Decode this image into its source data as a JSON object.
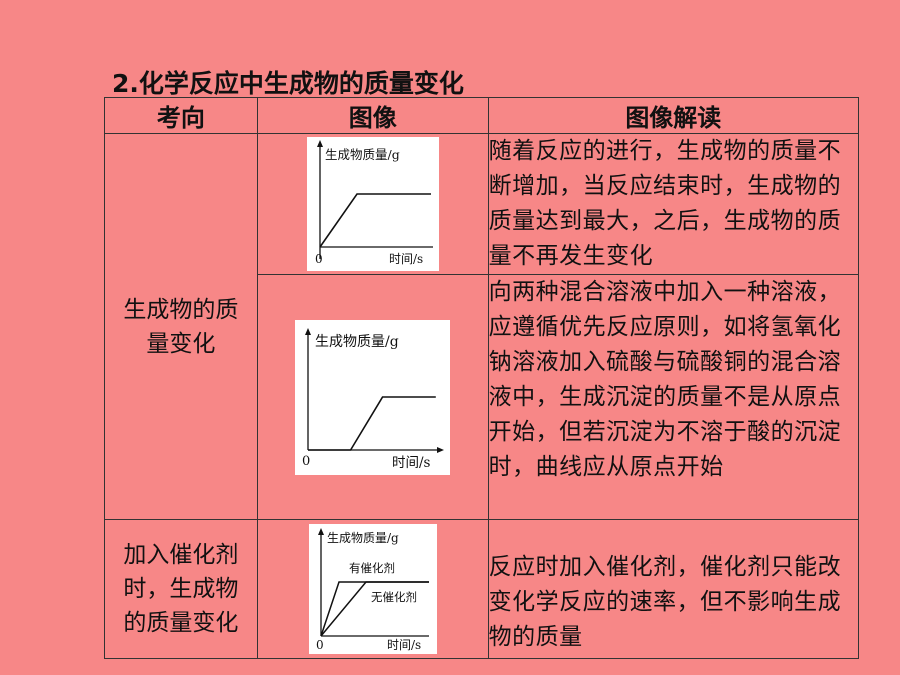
{
  "title": "2.化学反应中生成物的质量变化",
  "headers": [
    "考向",
    "图像",
    "图像解读"
  ],
  "rows": [
    {
      "direction": "生成物的质量变化",
      "direction_lines": [
        "生成物的质",
        "量变化"
      ],
      "items": [
        {
          "desc": "随着反应的进行，生成物的质量不断增加，当反应结束时，生成物的质量达到最大，之后，生成物的质量不再发生变化"
        },
        {
          "desc": "向两种混合溶液中加入一种溶液，应遵循优先反应原则，如将氢氧化钠溶液加入硫酸与硫酸铜的混合溶液中，生成沉淀的质量不是从原点开始，但若沉淀为不溶于酸的沉淀时，曲线应从原点开始"
        }
      ]
    },
    {
      "direction": "加入催化剂时，生成物的质量变化",
      "direction_lines": [
        "加入催化剂",
        "时，生成物",
        "的质量变化"
      ],
      "items": [
        {
          "desc": "反应时加入催化剂，催化剂只能改变化学反应的速率，但不影响生成物的质量"
        }
      ]
    }
  ],
  "charts": {
    "ylabel": "生成物质量/g",
    "xlabel": "时间/s",
    "origin": "0",
    "catalyst_label": "有催化剂",
    "no_catalyst_label": "无催化剂"
  },
  "chart_data": [
    {
      "type": "line",
      "ylabel": "生成物质量/g",
      "xlabel": "时间/s",
      "series": [
        {
          "x": [
            0,
            2,
            6
          ],
          "y": [
            0,
            1,
            1
          ]
        }
      ]
    },
    {
      "type": "line",
      "ylabel": "生成物质量/g",
      "xlabel": "时间/s",
      "series": [
        {
          "x": [
            0,
            2,
            3.5,
            6
          ],
          "y": [
            0,
            0,
            1,
            1
          ]
        }
      ]
    },
    {
      "type": "line",
      "ylabel": "生成物质量/g",
      "xlabel": "时间/s",
      "series": [
        {
          "name": "有催化剂",
          "x": [
            0,
            1,
            6
          ],
          "y": [
            0,
            1,
            1
          ]
        },
        {
          "name": "无催化剂",
          "x": [
            0,
            2.5,
            6
          ],
          "y": [
            0,
            1,
            1
          ]
        }
      ]
    }
  ],
  "colors": {
    "background": "#f78787",
    "border": "#333333",
    "chart_bg": "#ffffff"
  }
}
